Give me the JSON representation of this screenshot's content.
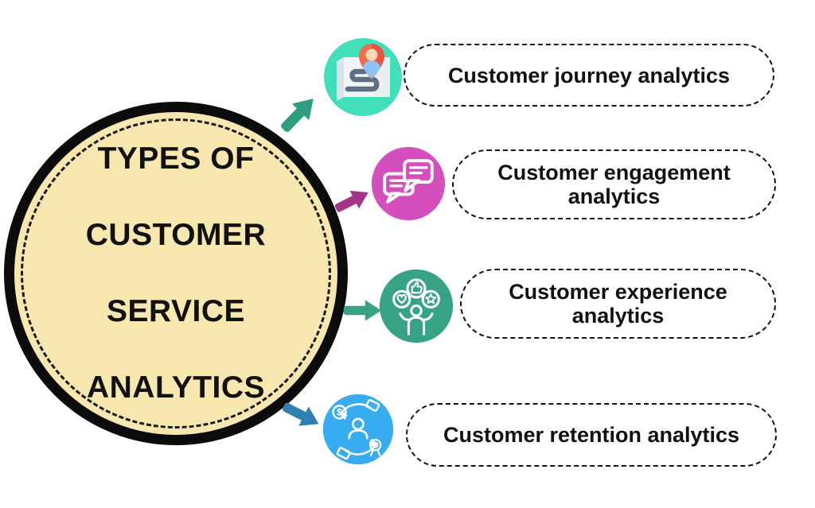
{
  "hub": {
    "title_lines": [
      "TYPES OF",
      "CUSTOMER",
      "SERVICE",
      "ANALYTICS"
    ],
    "fill": "#F8E7AF",
    "border_color": "#0B0B0B"
  },
  "items": [
    {
      "label": "Customer journey analytics",
      "icon": "journey-map-icon",
      "icon_bg": "#41DFBA",
      "arrow_color": "#2F9E7F"
    },
    {
      "label": "Customer engagement analytics",
      "icon": "chat-bubbles-icon",
      "icon_bg": "#D54FBC",
      "arrow_color": "#A53387"
    },
    {
      "label": "Customer experience analytics",
      "icon": "person-ratings-icon",
      "icon_bg": "#36A385",
      "arrow_color": "#36A385"
    },
    {
      "label": "Customer retention analytics",
      "icon": "retention-hands-icon",
      "icon_bg": "#38ACF0",
      "arrow_color": "#2E80B3"
    }
  ],
  "colors": {
    "background": "#FFFFFF",
    "text": "#111111",
    "pill_border": "#111111"
  }
}
